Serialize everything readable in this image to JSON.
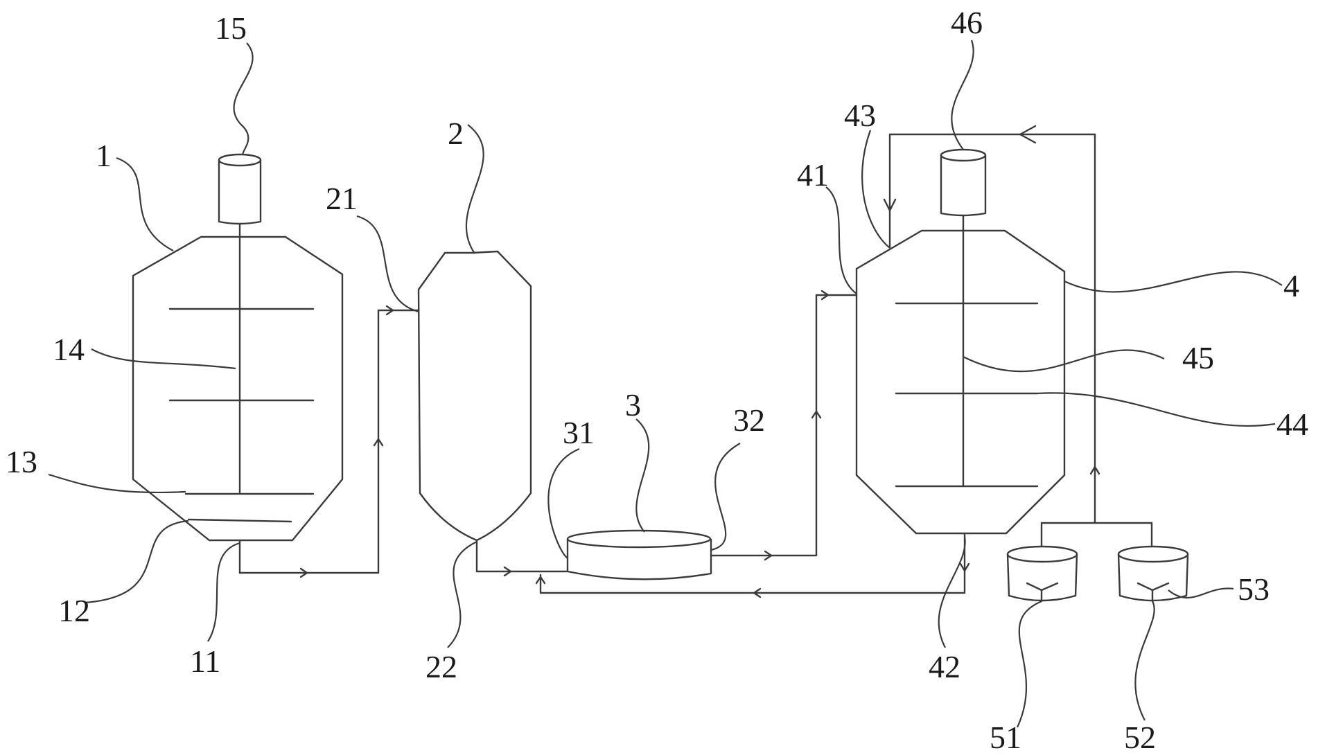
{
  "labels": {
    "n1": "1",
    "n2": "2",
    "n3": "3",
    "n4": "4",
    "n11": "11",
    "n12": "12",
    "n13": "13",
    "n14": "14",
    "n15": "15",
    "n21": "21",
    "n22": "22",
    "n31": "31",
    "n32": "32",
    "n41": "41",
    "n42": "42",
    "n43": "43",
    "n44": "44",
    "n45": "45",
    "n46": "46",
    "n51": "51",
    "n52": "52",
    "n53": "53"
  }
}
